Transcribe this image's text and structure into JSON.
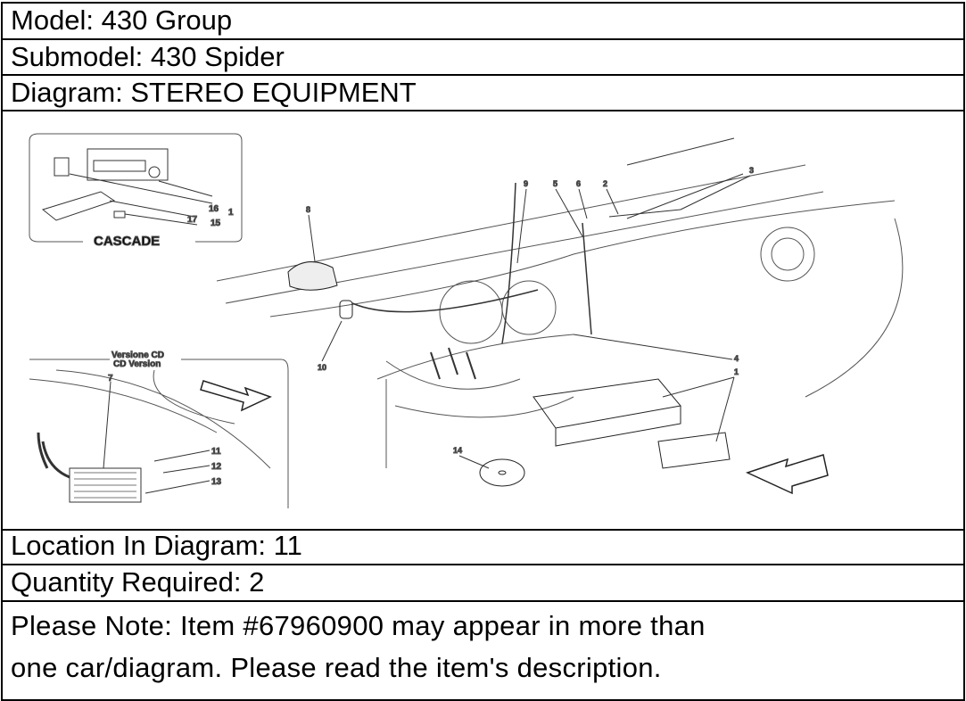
{
  "header": {
    "model": "Model: 430 Group",
    "submodel": "Submodel: 430 Spider",
    "diagram": "Diagram: STEREO EQUIPMENT"
  },
  "diagram": {
    "inset_cascade_title": "CASCADE",
    "inset_cd_title_it": "Versione CD",
    "inset_cd_title_en": "CD Version",
    "callouts": [
      "1",
      "2",
      "3",
      "4",
      "5",
      "6",
      "7",
      "8",
      "9",
      "10",
      "11",
      "12",
      "13",
      "14",
      "15",
      "16",
      "17"
    ]
  },
  "footer": {
    "location": "Location In Diagram: 11",
    "quantity": "Quantity Required: 2",
    "note_line1": "Please Note: Item #67960900 may appear in more than",
    "note_line2": "one car/diagram. Please read the item's description."
  }
}
